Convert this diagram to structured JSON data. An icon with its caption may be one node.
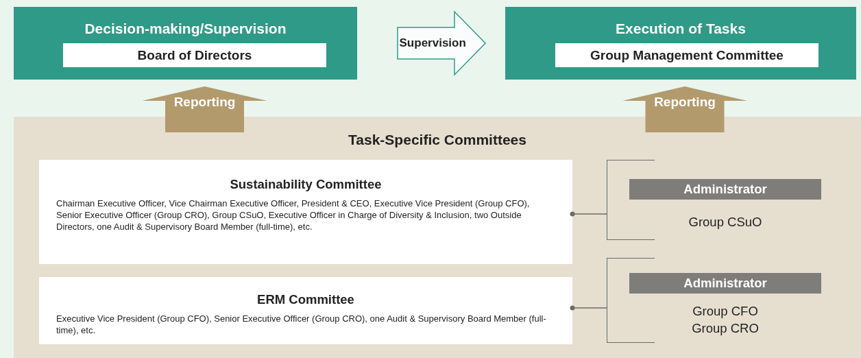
{
  "diagram": {
    "nodes": [
      {
        "text": [
          "Decision-making/Supervision"
        ]
      },
      {
        "text": [
          "Board of Directors"
        ],
        "in": 0
      },
      {
        "text": [
          "Execution of Tasks"
        ]
      },
      {
        "text": [
          "Group Management Committee"
        ],
        "in": 2
      },
      {
        "text": [
          "Task-Specific Committees"
        ]
      },
      {
        "text": [
          "Sustainability Committee",
          "Chairman Executive Officer, Vice Chairman Executive Officer, President & CEO, Executive Vice President (Group CFO), Senior Executive Officer (Group CRO), Group CSuO, Executive Officer in Charge of Diversity & Inclusion, two Outside Directors, one Audit & Supervisory Board Member (full-time), etc."
        ],
        "in": 4
      },
      {
        "text": [
          "ERM Committee",
          "Executive Vice President (Group CFO), Senior Executive Officer (Group CRO), one Audit & Supervisory Board Member (full-time), etc."
        ],
        "in": 4
      },
      {
        "text": [
          "Administrator",
          "Group CSuO"
        ],
        "in": 4
      },
      {
        "text": [
          "Administrator",
          "Group CFO",
          "Group CRO"
        ],
        "in": 4
      }
    ],
    "edges": [
      {
        "from": 0,
        "to": 2,
        "arrow": "to",
        "label": "Supervision",
        "style": "thick"
      },
      {
        "from": 4,
        "to": 0,
        "arrow": "to",
        "label": "Reporting",
        "style": "thick",
        "color": "#b39a6c"
      },
      {
        "from": 4,
        "to": 2,
        "arrow": "to",
        "label": "Reporting",
        "style": "thick",
        "color": "#b39a6c"
      },
      {
        "from": 5,
        "to": 7,
        "arrow": "other"
      },
      {
        "from": 6,
        "to": 8,
        "arrow": "other"
      }
    ]
  }
}
